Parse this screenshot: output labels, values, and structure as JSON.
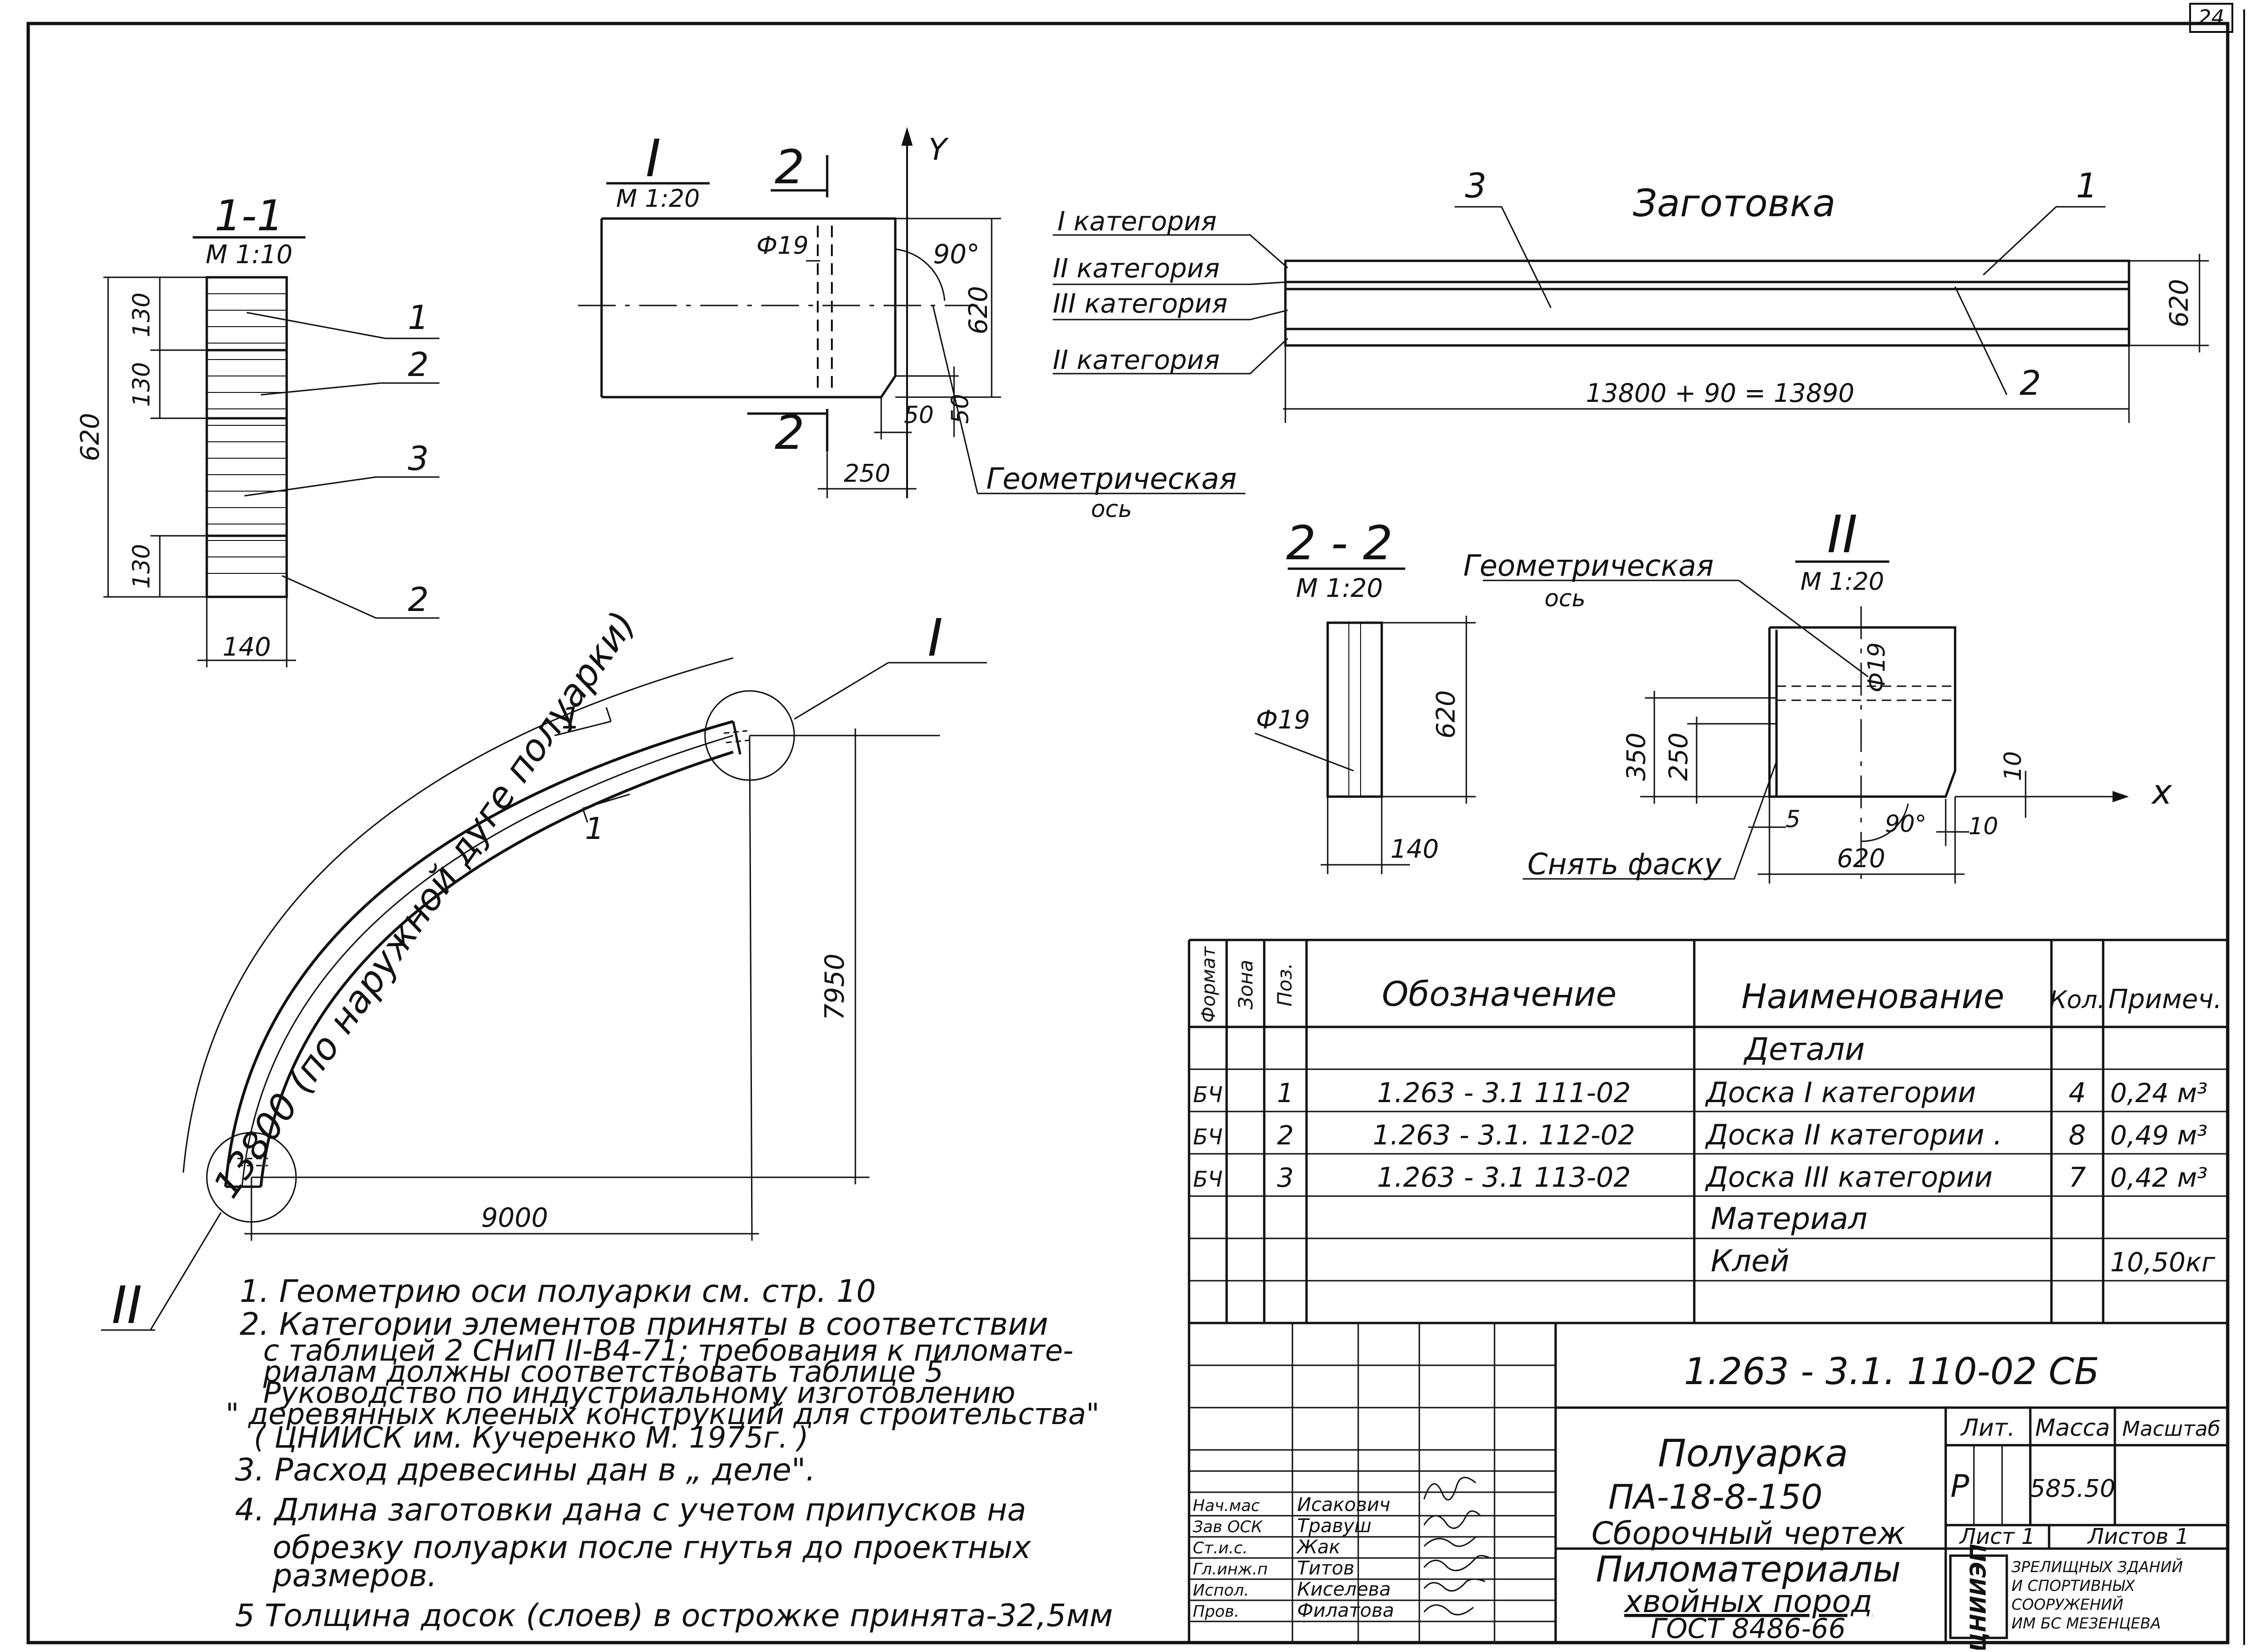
{
  "page_number": "24",
  "section_1_1": {
    "title": "1-1",
    "scale": "М 1:10",
    "dims": [
      "130",
      "130",
      "620",
      "130",
      "140"
    ],
    "leaders": [
      "1",
      "2",
      "3",
      "2"
    ]
  },
  "view_I": {
    "title": "I",
    "scale": "М 1:20",
    "cut_labels": [
      "2",
      "2"
    ],
    "axis_y": "Y",
    "hole": "Ф19",
    "angle": "90°",
    "dims": [
      "620",
      "50",
      "50",
      "250"
    ],
    "geometric_axis": "Геометрическая",
    "geometric_axis_2": "ось"
  },
  "blank": {
    "title": "Заготовка",
    "leaders": [
      "3",
      "1",
      "2"
    ],
    "categories": [
      "I категория",
      "II категория",
      "III категория",
      "II категория"
    ],
    "height": "620",
    "length": "13800 + 90 = 13890"
  },
  "section_2_2": {
    "title": "2 - 2",
    "scale": "М 1:20",
    "hole": "Ф19",
    "height": "620",
    "width": "140"
  },
  "view_II": {
    "title": "II",
    "scale": "М 1:20",
    "geometric_axis": "Геометрическая",
    "geometric_axis_2": "ось",
    "hole": "Ф19",
    "dims": [
      "350",
      "250",
      "10",
      "5",
      "90°",
      "10",
      "620"
    ],
    "axis_x": "x",
    "chamfer": "Снять фаску"
  },
  "arch": {
    "arc_label": "13800 (по наружной дуге полуарки)",
    "height": "7950",
    "span": "9000",
    "detail_I": "I",
    "detail_II": "II",
    "cut": "1"
  },
  "notes": [
    "1. Геометрию оси полуарки см. стр. 10",
    "2. Категории элементов приняты в соответствии",
    "с таблицей 2 СНиП II-В4-71; требования к пиломате-",
    "риалам должны соответствовать таблице 5",
    "Руководство по индустриальному изготовлению",
    "\" деревянных клееных конструкций для строительства\"",
    "( ЦНИИСК им. Кучеренко М. 1975г. )",
    "3. Расход древесины дан в „ деле\".",
    "4. Длина заготовки дана с учетом припусков на",
    "обрезку полуарки после гнутья до проектных",
    "размеров.",
    "5 Толщина досок (слоев) в острожке принята-32,5мм"
  ],
  "spec_table": {
    "headers": [
      "Формат",
      "Зона",
      "Поз.",
      "Обозначение",
      "Наименование",
      "Кол.",
      "Примеч."
    ],
    "section_details": "Детали",
    "rows": [
      {
        "format": "БЧ",
        "pos": "1",
        "designation": "1.263 - 3.1 111-02",
        "name": "Доска I категории",
        "qty": "4",
        "note": "0,24 м³"
      },
      {
        "format": "БЧ",
        "pos": "2",
        "designation": "1.263 - 3.1. 112-02",
        "name": "Доска II категории .",
        "qty": "8",
        "note": "0,49 м³"
      },
      {
        "format": "БЧ",
        "pos": "3",
        "designation": "1.263 - 3.1 113-02",
        "name": "Доска III категории",
        "qty": "7",
        "note": "0,42 м³"
      }
    ],
    "section_material": "Материал",
    "glue": {
      "name": "Клей",
      "note": "10,50кг"
    }
  },
  "title_block": {
    "doc_code": "1.263 - 3.1. 110-02 СБ",
    "name_1": "Полуарка",
    "name_2": "ПА-18-8-150",
    "name_3": "Сборочный чертеж",
    "lit_hdr": "Лит.",
    "mass_hdr": "Масса",
    "scale_hdr": "Масштаб",
    "lit": "Р",
    "mass": "585.50",
    "sheet": "Лист 1",
    "sheets": "Листов 1",
    "material_1": "Пиломатериалы",
    "material_2": "хвойных пород",
    "material_3": "ГОСТ 8486-66",
    "org_logo": "ЦНИИЭП",
    "org_1": "ЗРЕЛИЩНЫХ ЗДАНИЙ",
    "org_2": "И СПОРТИВНЫХ",
    "org_3": "СООРУЖЕНИЙ",
    "org_4": "ИМ БС МЕЗЕНЦЕВА",
    "signatures": [
      {
        "role": "Нач.мас",
        "name": "Исакович"
      },
      {
        "role": "Зав ОСК",
        "name": "Травуш"
      },
      {
        "role": "Ст.и.с.",
        "name": "Жак"
      },
      {
        "role": "Гл.инж.п",
        "name": "Титов"
      },
      {
        "role": "Испол.",
        "name": "Киселева"
      },
      {
        "role": "Пров.",
        "name": "Филатова"
      }
    ]
  }
}
